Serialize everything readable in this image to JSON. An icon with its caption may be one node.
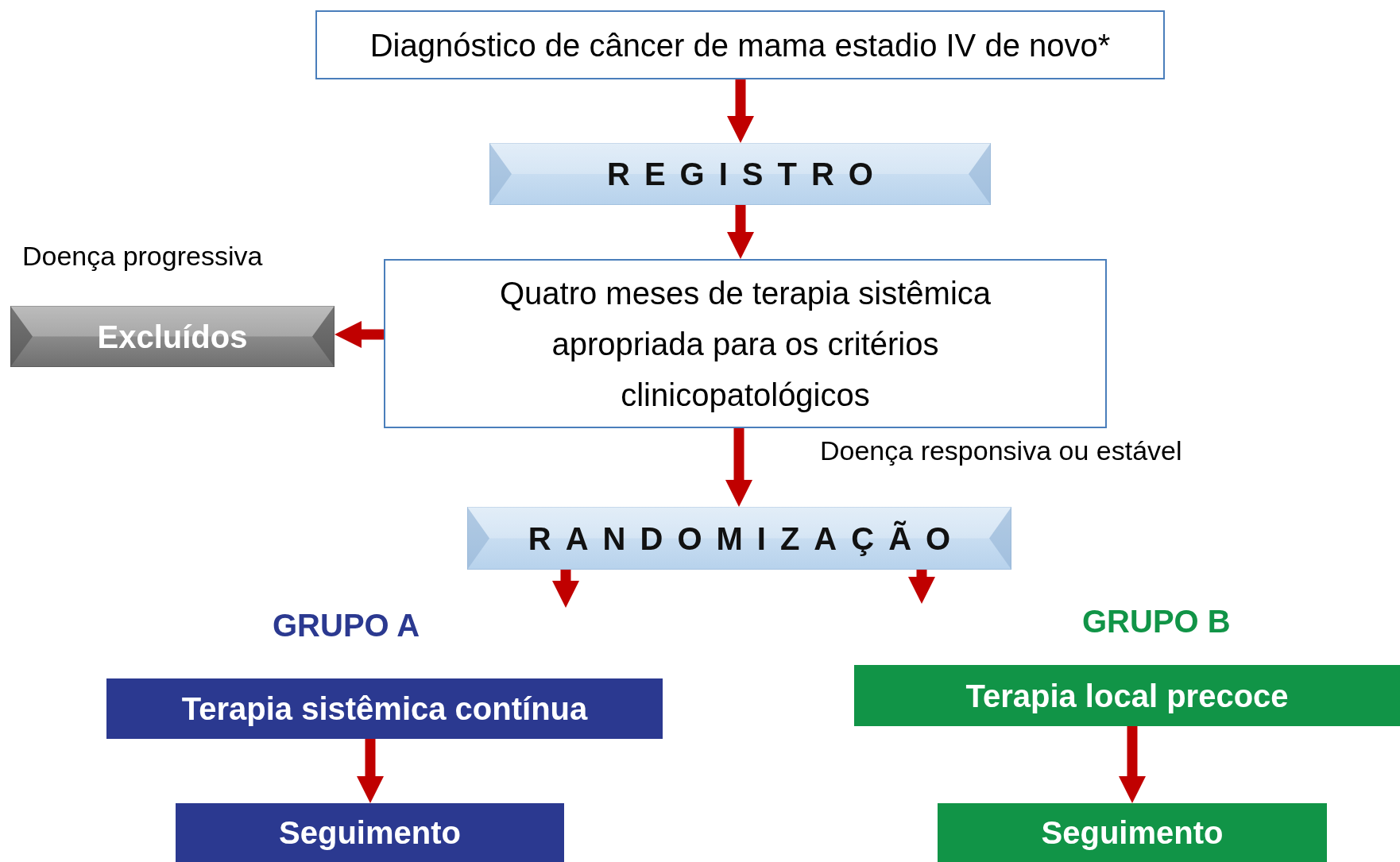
{
  "diagram": {
    "nodes": [
      {
        "text": [
          "Diagnóstico de câncer de mama estadio IV de novo*"
        ]
      },
      {
        "text": [
          "REGISTRO"
        ]
      },
      {
        "text": [
          "Quatro meses de terapia sistêmica apropriada para os critérios clinicopatológicos"
        ]
      },
      {
        "text": [
          "Excluídos"
        ]
      },
      {
        "text": [
          "RANDOMIZAÇÃO"
        ]
      },
      {
        "text": [
          "GRUPO A",
          "Terapia sistêmica contínua"
        ]
      },
      {
        "text": [
          "GRUPO B",
          "Terapia local precoce"
        ]
      },
      {
        "text": [
          "Seguimento"
        ]
      },
      {
        "text": [
          "Seguimento"
        ]
      }
    ],
    "edges": [
      {
        "from": 0,
        "to": 1,
        "arrow": "to"
      },
      {
        "from": 1,
        "to": 2,
        "arrow": "to"
      },
      {
        "from": 2,
        "to": 3,
        "arrow": "to",
        "label": "Doença progressiva"
      },
      {
        "from": 2,
        "to": 4,
        "arrow": "to",
        "label": "Doença responsiva ou estável"
      },
      {
        "from": 4,
        "to": 5,
        "arrow": "to"
      },
      {
        "from": 4,
        "to": 6,
        "arrow": "to"
      },
      {
        "from": 5,
        "to": 7,
        "arrow": "to"
      },
      {
        "from": 6,
        "to": 8,
        "arrow": "to"
      }
    ]
  }
}
